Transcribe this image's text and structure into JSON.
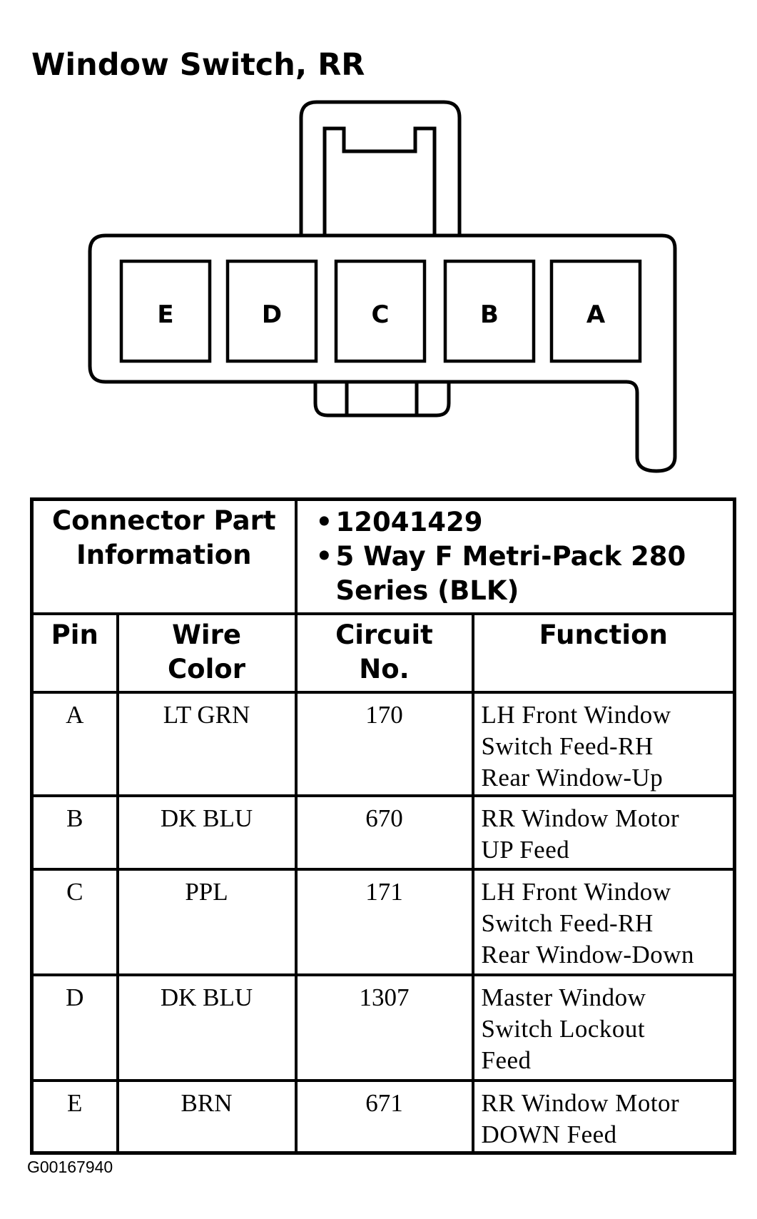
{
  "title": "Window Switch, RR",
  "connector": {
    "pins": [
      "E",
      "D",
      "C",
      "B",
      "A"
    ]
  },
  "info": {
    "label": "Connector Part Information",
    "items": [
      "12041429",
      "5 Way F Metri-Pack 280 Series (BLK)"
    ]
  },
  "table": {
    "headers": [
      "Pin",
      "Wire Color",
      "Circuit No.",
      "Function"
    ],
    "rows": [
      {
        "pin": "A",
        "color": "LT GRN",
        "circuit": "170",
        "function": [
          "LH Front Window",
          "Switch Feed-RH",
          "Rear Window-Up"
        ]
      },
      {
        "pin": "B",
        "color": "DK BLU",
        "circuit": "670",
        "function": [
          "RR Window Motor",
          "UP Feed"
        ]
      },
      {
        "pin": "C",
        "color": "PPL",
        "circuit": "171",
        "function": [
          "LH Front Window",
          "Switch Feed-RH",
          "Rear Window-Down"
        ]
      },
      {
        "pin": "D",
        "color": "DK BLU",
        "circuit": "1307",
        "function": [
          "Master Window",
          "Switch Lockout",
          "Feed"
        ]
      },
      {
        "pin": "E",
        "color": "BRN",
        "circuit": "671",
        "function": [
          "RR Window Motor",
          "DOWN Feed"
        ]
      }
    ]
  },
  "footnote": "G00167940"
}
